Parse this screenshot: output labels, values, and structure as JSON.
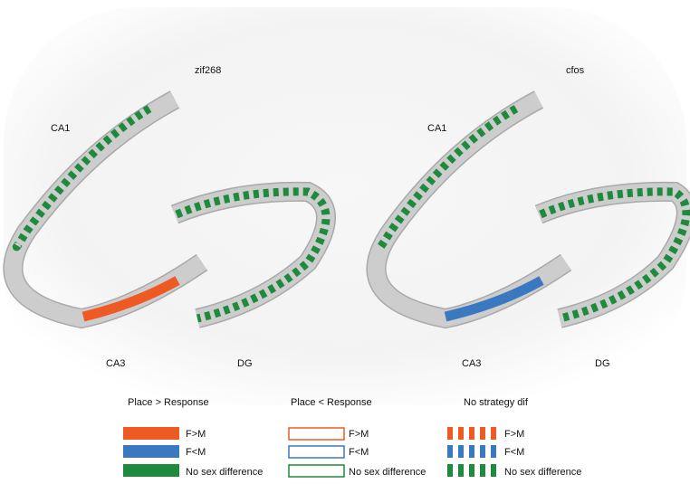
{
  "colors": {
    "red": "#ee5a24",
    "blue": "#3a78c0",
    "green": "#1e8a3c",
    "tube": "#cdcdcd",
    "tube_edge": "#a9a9a9",
    "background_halo": "#f4f4f4"
  },
  "panels": [
    {
      "gene": "zif268",
      "labels": {
        "ca1": "CA1",
        "ca3": "CA3",
        "dg": "DG"
      },
      "ca1_pattern": "green-dashed",
      "ca3_pattern": "red-solid",
      "dg_pattern": "green-dashed"
    },
    {
      "gene": "cfos",
      "labels": {
        "ca1": "CA1",
        "ca3": "CA3",
        "dg": "DG"
      },
      "ca1_pattern": "green-dashed",
      "ca3_pattern": "blue-solid",
      "dg_pattern": "green-dashed"
    }
  ],
  "legend": {
    "columns": [
      {
        "header": "Place > Response",
        "style": "solid",
        "items": [
          {
            "label": "F>M",
            "color": "red"
          },
          {
            "label": "F<M",
            "color": "blue"
          },
          {
            "label": "No sex difference",
            "color": "green"
          }
        ]
      },
      {
        "header": "Place < Response",
        "style": "outline",
        "items": [
          {
            "label": "F>M",
            "color": "red"
          },
          {
            "label": "F<M",
            "color": "blue"
          },
          {
            "label": "No sex difference",
            "color": "green"
          }
        ]
      },
      {
        "header": "No strategy dif",
        "style": "dashed",
        "items": [
          {
            "label": "F>M",
            "color": "red"
          },
          {
            "label": "F<M",
            "color": "blue"
          },
          {
            "label": "No sex difference",
            "color": "green"
          }
        ]
      }
    ]
  }
}
